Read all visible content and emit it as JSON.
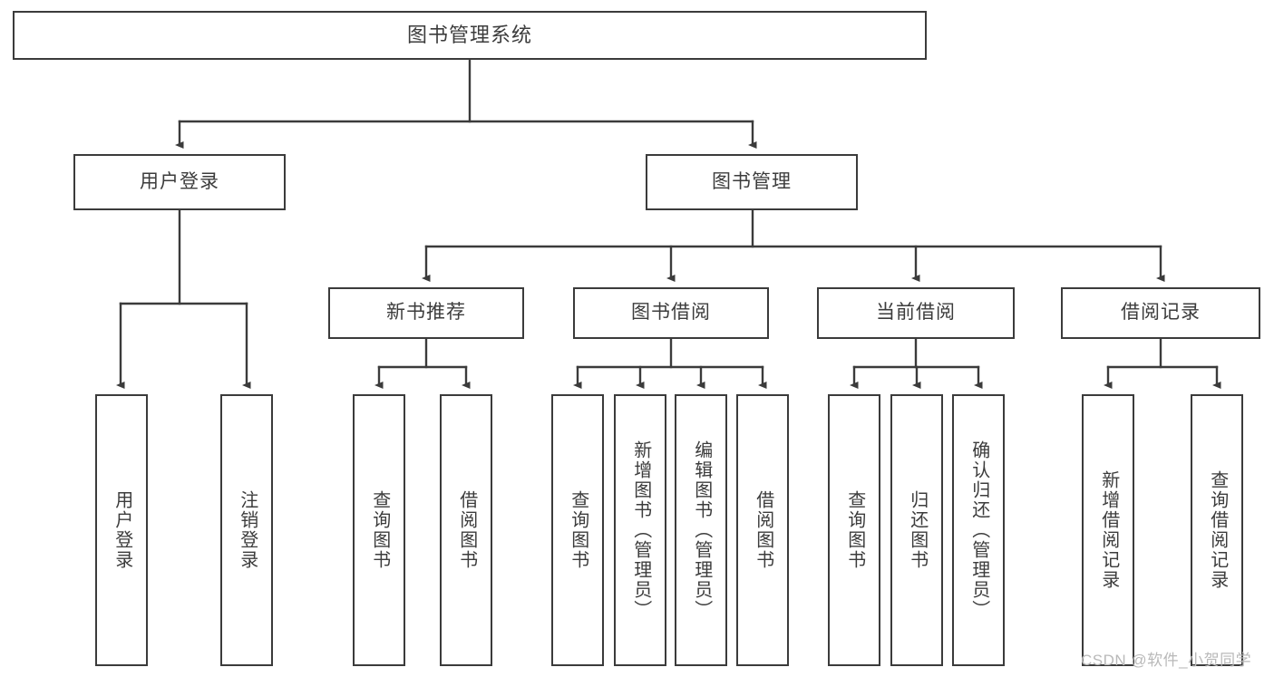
{
  "diagram": {
    "title": "图书管理系统",
    "stroke_color": "#3b3b3b",
    "text_color": "#3c3c3c",
    "background": "#ffffff",
    "levels": {
      "root": {
        "label": "图书管理系统"
      },
      "level1": [
        {
          "label": "用户登录"
        },
        {
          "label": "图书管理"
        }
      ],
      "level2": [
        {
          "label": "新书推荐"
        },
        {
          "label": "图书借阅"
        },
        {
          "label": "当前借阅"
        },
        {
          "label": "借阅记录"
        }
      ],
      "leaves_login": [
        {
          "label": "用户登录"
        },
        {
          "label": "注销登录"
        }
      ],
      "leaves_recommend": [
        {
          "label": "查询图书"
        },
        {
          "label": "借阅图书"
        }
      ],
      "leaves_borrow": [
        {
          "label": "查询图书"
        },
        {
          "label": "新增图书（管理员）"
        },
        {
          "label": "编辑图书（管理员）"
        },
        {
          "label": "借阅图书"
        }
      ],
      "leaves_current": [
        {
          "label": "查询图书"
        },
        {
          "label": "归还图书"
        },
        {
          "label": "确认归还（管理员）"
        }
      ],
      "leaves_records": [
        {
          "label": "新增借阅记录"
        },
        {
          "label": "查询借阅记录"
        }
      ]
    }
  },
  "watermark": {
    "text": "CSDN @软件_小贺同学"
  }
}
